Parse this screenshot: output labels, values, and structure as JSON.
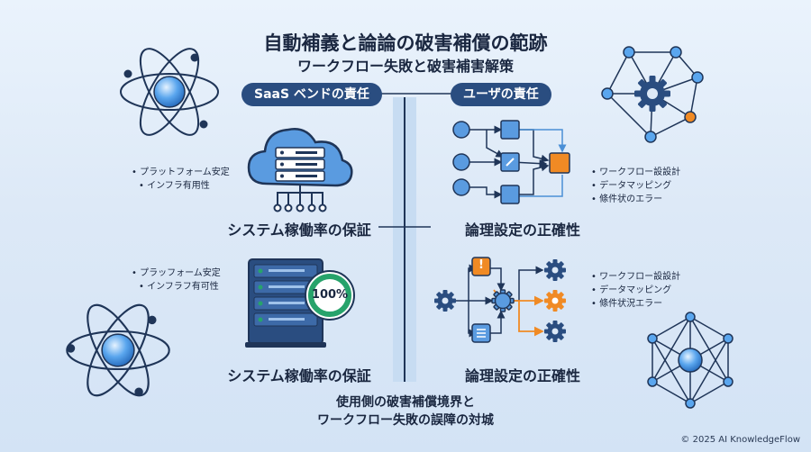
{
  "title": "自動補義と論論の破害補償の範跡",
  "subtitle": "ワークフロー失敗と破害補害解策",
  "left_header": "SaaS ベンドの責任",
  "right_header": "ユーザの責任",
  "left_top_caption": "システム稼働率の保証",
  "left_bottom_caption": "システム稼働率の保証",
  "right_top_caption": "論理設定の正確性",
  "right_bottom_caption": "論理設定の正確性",
  "left_top_bullets": [
    "プラットフォーム安定",
    "インフラ有用性"
  ],
  "left_bottom_bullets": [
    "プラッフォーム安定",
    "インフラフ有可性"
  ],
  "right_top_bullets": [
    "ワークフロー設設計",
    "データマッピング",
    "條件状のエラー"
  ],
  "right_bottom_bullets": [
    "ワークフロー設設計",
    "データマッピング",
    "條件状況エラー"
  ],
  "uptime_badge": "100%",
  "alert_symbol": "!",
  "bottom_text": [
    "使用側の破害補償境界と",
    "ワークフロー失敗の誤障の対城"
  ],
  "footer": "© 2025 AI KnowledgeFlow",
  "colors": {
    "navy": "#2a4d80",
    "accent_blue": "#4a8fd6",
    "orange": "#f08a24",
    "green": "#27a36b"
  }
}
